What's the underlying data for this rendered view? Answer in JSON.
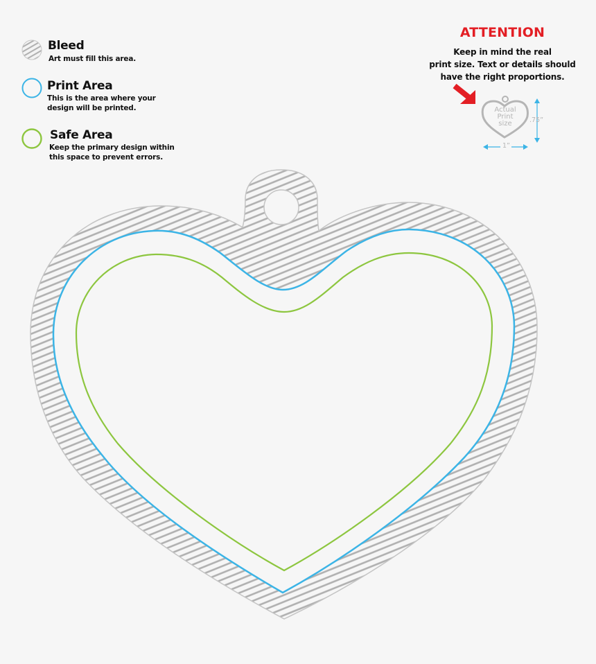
{
  "legend": {
    "items": [
      {
        "key": "bleed",
        "title": "Bleed",
        "desc_lines": [
          "Art must fill this area."
        ],
        "swatch": "hatched-circle",
        "color": "#b3b3b3"
      },
      {
        "key": "print",
        "title": "Print Area",
        "desc_lines": [
          "This is the area where your",
          "design will be printed."
        ],
        "swatch": "outline-circle",
        "color": "#3bb4e6"
      },
      {
        "key": "safe",
        "title": "Safe Area",
        "desc_lines": [
          "Keep the primary design within",
          "this space to prevent errors."
        ],
        "swatch": "outline-circle",
        "color": "#8dc63f"
      }
    ]
  },
  "attention": {
    "title": "ATTENTION",
    "body_lines": [
      "Keep in mind the real",
      "print size. Text or details should",
      "have the right proportions."
    ],
    "title_color": "#e31e24",
    "arrow_color": "#e31e24",
    "mini_heart": {
      "label_lines": [
        "Actual",
        "Print",
        "size"
      ],
      "height_label": ".75”",
      "width_label": "1”",
      "dimension_color": "#3bb4e6",
      "outline_color": "#b5b5b5"
    }
  },
  "template": {
    "shape": "heart-tag",
    "layers": [
      {
        "name": "Bleed",
        "style": "diagonal-hatch",
        "color": "#b3b3b3"
      },
      {
        "name": "Print Area",
        "style": "stroke",
        "color": "#3bb4e6"
      },
      {
        "name": "Safe Area",
        "style": "stroke",
        "color": "#8dc63f"
      }
    ],
    "background": "#f6f6f6"
  }
}
